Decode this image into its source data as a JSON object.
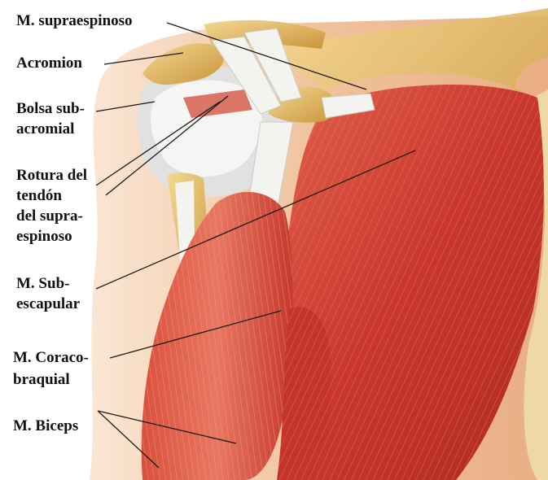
{
  "labels": {
    "supraespinoso": "M. supraespinoso",
    "acromion": "Acromion",
    "bolsa_1": "Bolsa sub-",
    "bolsa_2": "acromial",
    "rotura_1": "Rotura del",
    "rotura_2": "tendón",
    "rotura_3": "del supra-",
    "rotura_4": "espinoso",
    "subescapular_1": "M. Sub-",
    "subescapular_2": "escapular",
    "coraco_1": "M. Coraco-",
    "coraco_2": "braquial",
    "biceps": "M. Biceps"
  },
  "colors": {
    "background": "#ffffff",
    "skin": "#f2c9a6",
    "muscle": "#c8372d",
    "muscle_light": "#e06a52",
    "tendon": "#eef0ec",
    "bone": "#e3b85c",
    "leader_line": "#1a1a1a",
    "text": "#141010"
  }
}
